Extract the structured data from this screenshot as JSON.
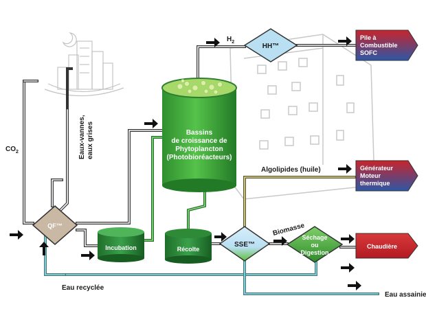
{
  "nodes": {
    "qf": "QF™",
    "hh": "HH™",
    "sse": "SSE™",
    "incubation": "Incubation",
    "recolte": "Récolte",
    "basin": [
      "Bassins",
      "de croissance de",
      "Phytoplancton",
      "(Photobioréacteurs)"
    ],
    "sechage": [
      "Séchage",
      "ou",
      "Digestion"
    ],
    "pile": [
      "Pile à",
      "Combustible",
      "SOFC"
    ],
    "generateur": [
      "Générateur",
      "Moteur",
      "thermique"
    ],
    "chaudiere": "Chaudière"
  },
  "labels": {
    "co2": "CO",
    "co2_sub": "2",
    "h2": "H",
    "h2_sub": "2",
    "eaux_vannes": [
      "Eaux-vannes,",
      "eaux grises"
    ],
    "algolipides": "Algolipides (huile)",
    "biomasse": "Biomasse",
    "eau_recyclee": "Eau recyclée",
    "eau_assainie": "Eau assainie"
  },
  "colors": {
    "green_dark": "#1f7a2e",
    "green_mid": "#33a63f",
    "green_light": "#7fd66a",
    "qf_fill": "#c9b8a4",
    "hh_fill": "#b9dff2",
    "output_red": "#c8242c",
    "output_blue": "#2d57a6",
    "pipe_dark": "#333333",
    "water_teal": "#3b9aa6",
    "oil_yellow": "#e8d85a"
  }
}
